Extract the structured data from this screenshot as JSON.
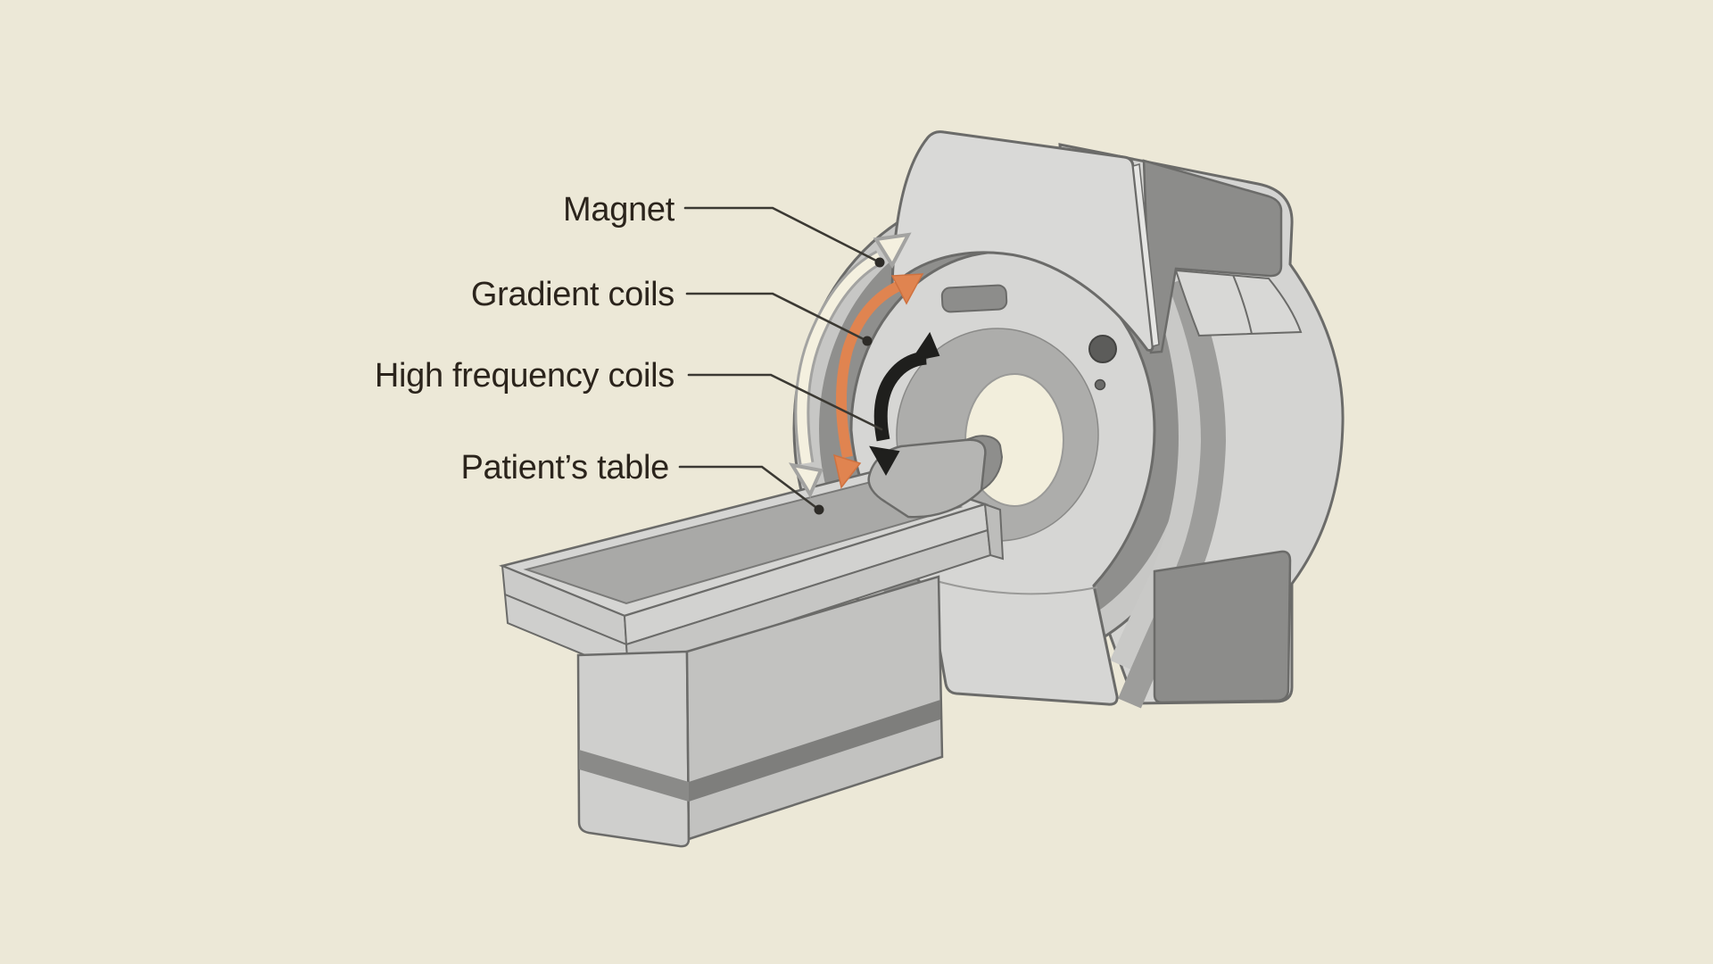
{
  "labels": {
    "magnet": "Magnet",
    "gradient_coils": "Gradient coils",
    "high_frequency_coils": "High frequency coils",
    "patients_table": "Patient’s table"
  },
  "colors": {
    "background": "#ECE8D7",
    "label_text": "#2B241C",
    "leader_line": "#3B3933",
    "magnet_arrow": "#F4F0DF",
    "magnet_arrow_outline": "#A3A3A1",
    "gradient_arrow": "#E08450",
    "hf_arrow": "#1F1F1D",
    "machine_light": "#D6D6D4",
    "machine_mid": "#ADADAB",
    "machine_dark": "#8C8C8A",
    "bore_hole": "#F2EEDC",
    "table_mattress": "#A9A9A7"
  },
  "arrows": {
    "magnet": "curved double-headed arrow on outer magnet ring",
    "gradient": "curved double-headed arrow on gradient coil band",
    "high_frequency": "curved double-headed arrow on high frequency coil ring"
  }
}
